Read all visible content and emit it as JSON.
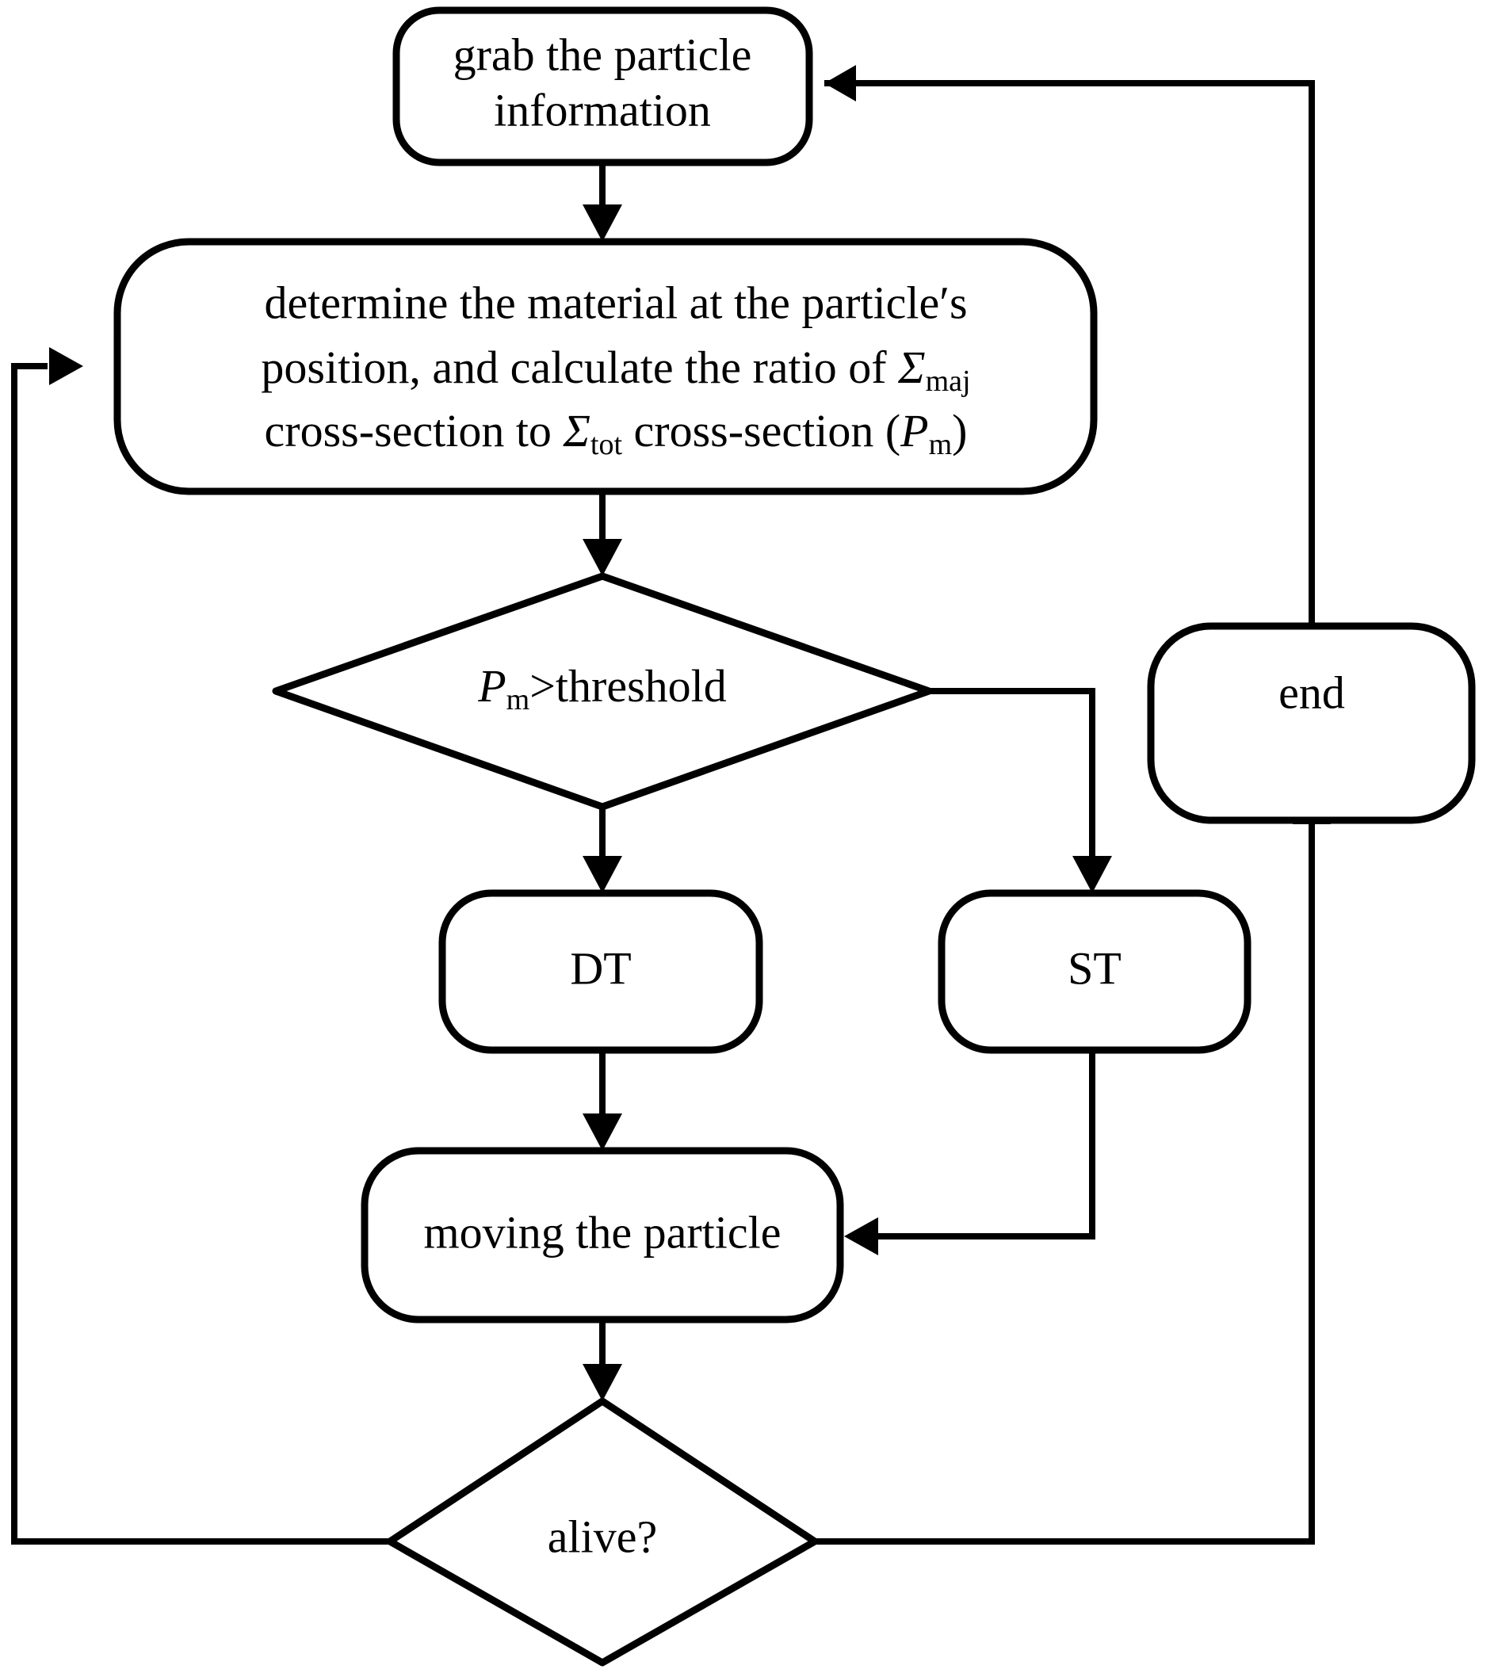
{
  "diagram": {
    "title": "Monte Carlo particle transport flowchart (delta tracking / surface tracking)",
    "type": "flowchart",
    "background_color": "#ffffff",
    "line_color": "#000000",
    "nodes": [
      {
        "id": "grab",
        "shape": "rounded-rectangle",
        "lines": [
          "grab the particle",
          "information"
        ]
      },
      {
        "id": "determine",
        "shape": "rounded-rectangle",
        "lines": [
          "determine the material at the particle′s",
          "position, and calculate the ratio of Σ",
          "cross-section to Σ",
          " cross-section ("
        ],
        "line1": "determine the material at the particle′s",
        "line2_pre": "position, and calculate the ratio of ",
        "line2_sym": "Σ",
        "line2_sub": "maj",
        "line3_pre": "cross-section to ",
        "line3_sym": "Σ",
        "line3_sub": "tot",
        "line3_mid": " cross-section (",
        "line3_var": "P",
        "line3_varsub": "m",
        "line3_post": ")"
      },
      {
        "id": "decision-pm",
        "shape": "diamond",
        "var": "P",
        "var_sub": "m",
        "rest": ">threshold",
        "label": "Pm>threshold"
      },
      {
        "id": "dt",
        "shape": "rounded-rectangle",
        "label": "DT"
      },
      {
        "id": "st",
        "shape": "rounded-rectangle",
        "label": "ST"
      },
      {
        "id": "moving",
        "shape": "rounded-rectangle",
        "label": "moving the particle"
      },
      {
        "id": "alive",
        "shape": "diamond",
        "label": "alive?"
      },
      {
        "id": "end",
        "shape": "rounded-rectangle",
        "label": "end"
      }
    ],
    "edges": [
      {
        "from": "grab",
        "to": "determine",
        "label": ""
      },
      {
        "from": "determine",
        "to": "decision-pm",
        "label": ""
      },
      {
        "from": "decision-pm",
        "to": "dt",
        "label": ""
      },
      {
        "from": "decision-pm",
        "to": "st",
        "label": ""
      },
      {
        "from": "dt",
        "to": "moving",
        "label": ""
      },
      {
        "from": "st",
        "to": "moving",
        "label": ""
      },
      {
        "from": "moving",
        "to": "alive",
        "label": ""
      },
      {
        "from": "alive",
        "to": "determine",
        "label": ""
      },
      {
        "from": "alive",
        "to": "end",
        "label": ""
      },
      {
        "from": "end",
        "to": "grab",
        "label": ""
      }
    ]
  }
}
